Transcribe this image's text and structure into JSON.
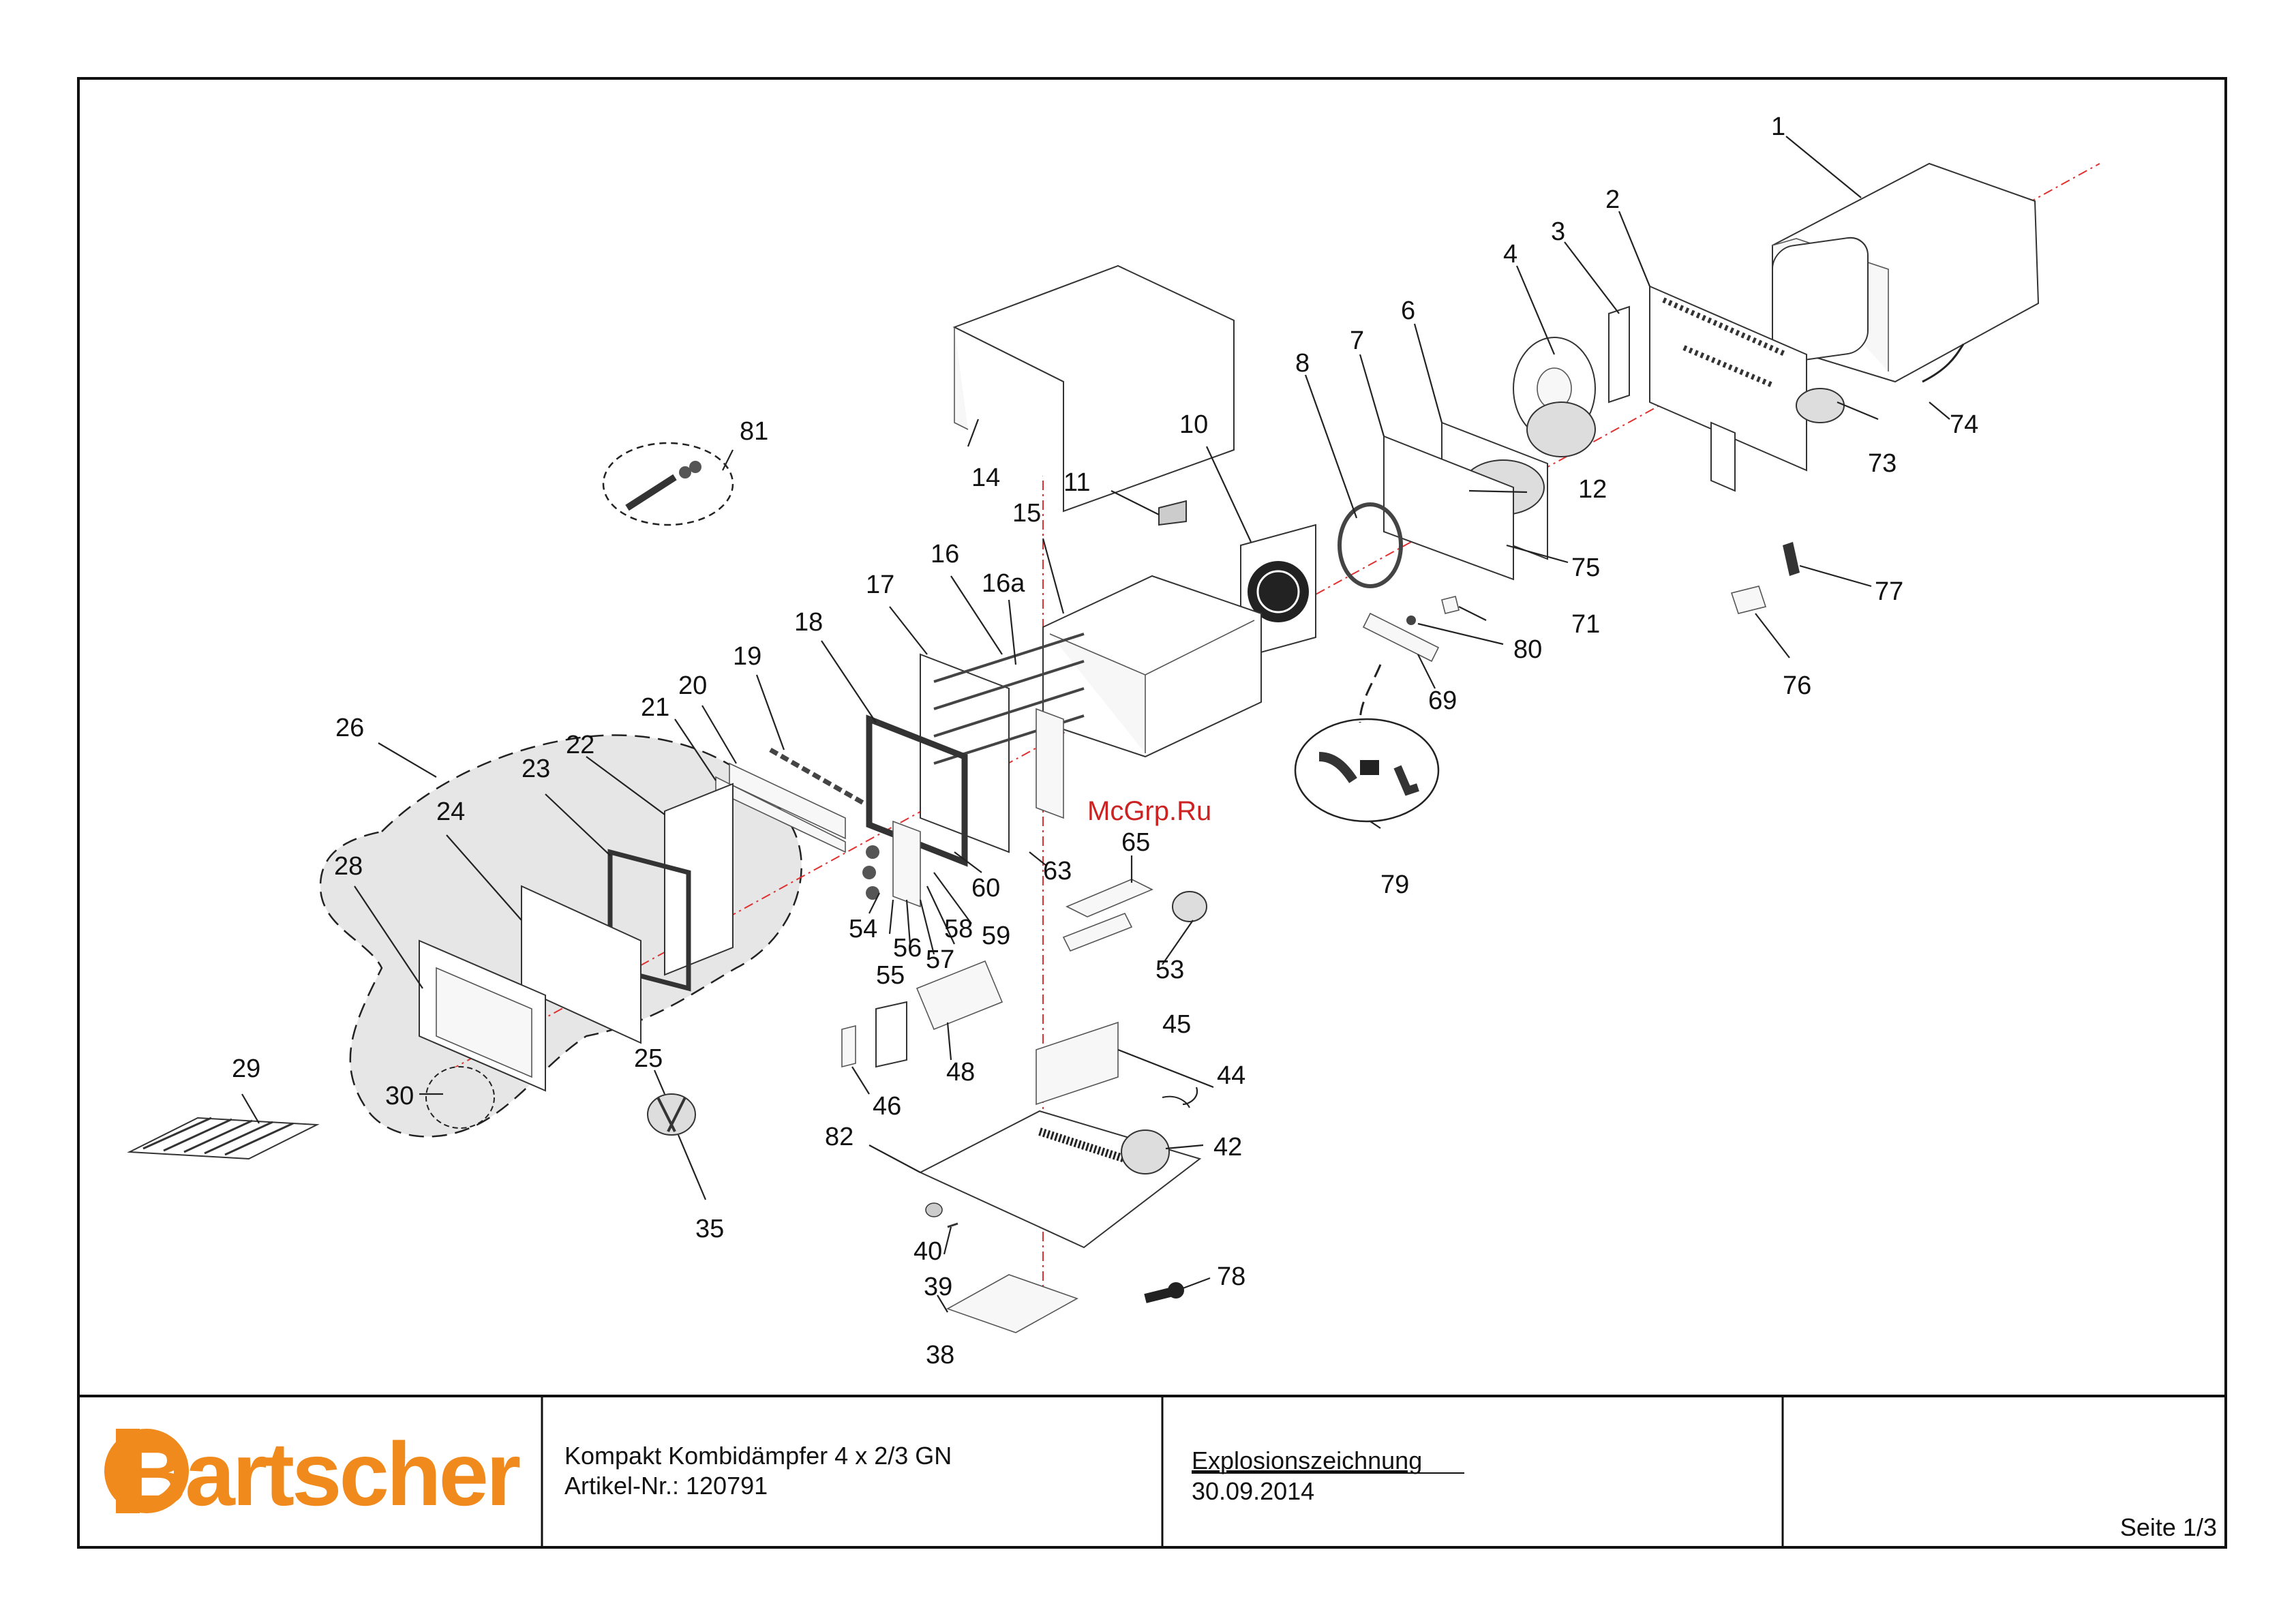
{
  "drawing": {
    "watermark": "McGrp.Ru",
    "part_labels": [
      {
        "id": "1",
        "text": "1"
      },
      {
        "id": "2",
        "text": "2"
      },
      {
        "id": "3",
        "text": "3"
      },
      {
        "id": "4",
        "text": "4"
      },
      {
        "id": "6",
        "text": "6"
      },
      {
        "id": "7",
        "text": "7"
      },
      {
        "id": "8",
        "text": "8"
      },
      {
        "id": "10",
        "text": "10"
      },
      {
        "id": "11",
        "text": "11"
      },
      {
        "id": "12",
        "text": "12"
      },
      {
        "id": "14",
        "text": "14"
      },
      {
        "id": "15",
        "text": "15"
      },
      {
        "id": "16",
        "text": "16"
      },
      {
        "id": "16a",
        "text": "16a"
      },
      {
        "id": "17",
        "text": "17"
      },
      {
        "id": "18",
        "text": "18"
      },
      {
        "id": "19",
        "text": "19"
      },
      {
        "id": "20",
        "text": "20"
      },
      {
        "id": "21",
        "text": "21"
      },
      {
        "id": "22",
        "text": "22"
      },
      {
        "id": "23",
        "text": "23"
      },
      {
        "id": "24",
        "text": "24"
      },
      {
        "id": "25",
        "text": "25"
      },
      {
        "id": "26",
        "text": "26"
      },
      {
        "id": "28",
        "text": "28"
      },
      {
        "id": "29",
        "text": "29"
      },
      {
        "id": "30",
        "text": "30"
      },
      {
        "id": "35",
        "text": "35"
      },
      {
        "id": "38",
        "text": "38"
      },
      {
        "id": "39",
        "text": "39"
      },
      {
        "id": "40",
        "text": "40"
      },
      {
        "id": "42",
        "text": "42"
      },
      {
        "id": "44",
        "text": "44"
      },
      {
        "id": "45",
        "text": "45"
      },
      {
        "id": "46",
        "text": "46"
      },
      {
        "id": "48",
        "text": "48"
      },
      {
        "id": "53",
        "text": "53"
      },
      {
        "id": "54",
        "text": "54"
      },
      {
        "id": "55",
        "text": "55"
      },
      {
        "id": "56",
        "text": "56"
      },
      {
        "id": "57",
        "text": "57"
      },
      {
        "id": "58",
        "text": "58"
      },
      {
        "id": "59",
        "text": "59"
      },
      {
        "id": "60",
        "text": "60"
      },
      {
        "id": "63",
        "text": "63"
      },
      {
        "id": "65",
        "text": "65"
      },
      {
        "id": "69",
        "text": "69"
      },
      {
        "id": "71",
        "text": "71"
      },
      {
        "id": "73",
        "text": "73"
      },
      {
        "id": "74",
        "text": "74"
      },
      {
        "id": "75",
        "text": "75"
      },
      {
        "id": "76",
        "text": "76"
      },
      {
        "id": "77",
        "text": "77"
      },
      {
        "id": "78",
        "text": "78"
      },
      {
        "id": "79",
        "text": "79"
      },
      {
        "id": "80",
        "text": "80"
      },
      {
        "id": "81",
        "text": "81"
      },
      {
        "id": "82",
        "text": "82"
      }
    ]
  },
  "title_block": {
    "brand": "Bartscher",
    "product_name": "Kompakt Kombidämpfer 4 x 2/3 GN",
    "article_number": "Artikel-Nr.: 120791",
    "document_type": "Explosionszeichnung",
    "date": "30.09.2014",
    "page": "Seite 1/3"
  }
}
